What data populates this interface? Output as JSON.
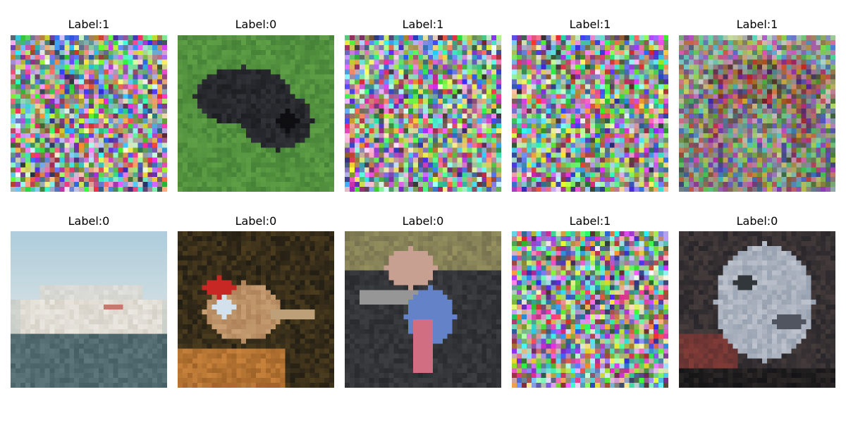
{
  "figure": {
    "tiles": [
      {
        "id": "t0",
        "title": "Label:1",
        "kind": "noise",
        "seed": 11,
        "palette": "rainbow"
      },
      {
        "id": "t1",
        "title": "Label:0",
        "kind": "photo",
        "scene": "black-rodent-on-grass"
      },
      {
        "id": "t2",
        "title": "Label:1",
        "kind": "noise",
        "seed": 23,
        "palette": "rainbow"
      },
      {
        "id": "t3",
        "title": "Label:1",
        "kind": "noise",
        "seed": 37,
        "palette": "rainbow"
      },
      {
        "id": "t4",
        "title": "Label:1",
        "kind": "noise-over-photo",
        "seed": 51,
        "scene": "reddish-animal-in-field"
      },
      {
        "id": "t5",
        "title": "Label:0",
        "kind": "photo",
        "scene": "white-ship-on-sea"
      },
      {
        "id": "t6",
        "title": "Label:0",
        "kind": "photo",
        "scene": "small-bird-on-branch"
      },
      {
        "id": "t7",
        "title": "Label:0",
        "kind": "photo",
        "scene": "ostrich-head-closeup"
      },
      {
        "id": "t8",
        "title": "Label:1",
        "kind": "noise",
        "seed": 67,
        "palette": "rainbow"
      },
      {
        "id": "t9",
        "title": "Label:0",
        "kind": "photo",
        "scene": "grey-cat-closeup"
      }
    ]
  }
}
